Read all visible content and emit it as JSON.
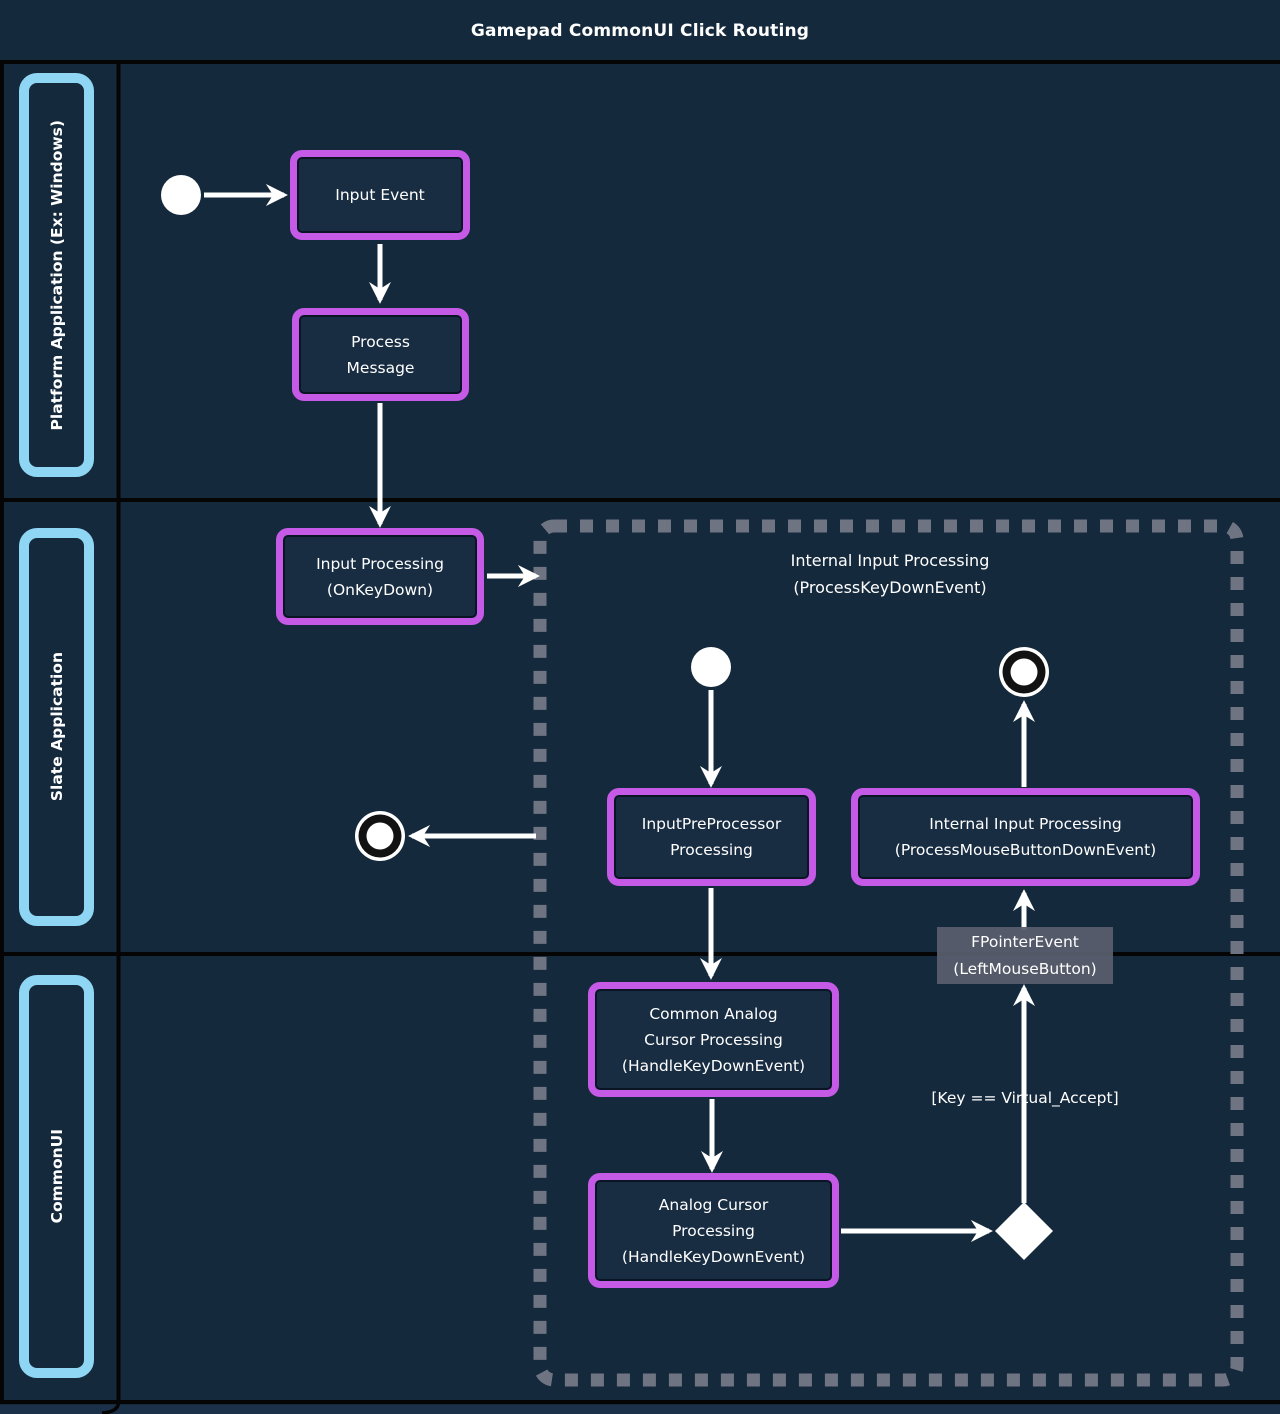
{
  "title": "Gamepad CommonUI Click Routing",
  "lanes": [
    {
      "label": "Platform Application (Ex: Windows)"
    },
    {
      "label": "Slate Application"
    },
    {
      "label": "CommonUI"
    }
  ],
  "nodes": {
    "input_event": {
      "label": "Input Event"
    },
    "process_message": {
      "label": "Process\nMessage"
    },
    "input_processing": {
      "label": "Input Processing\n(OnKeyDown)"
    },
    "input_preprocessor": {
      "label": "InputPreProcessor\nProcessing"
    },
    "internal_mouse_processing": {
      "label": "Internal Input Processing\n(ProcessMouseButtonDownEvent)"
    },
    "common_analog_cursor": {
      "label": "Common Analog\nCursor Processing\n(HandleKeyDownEvent)"
    },
    "analog_cursor": {
      "label": "Analog Cursor\nProcessing\n(HandleKeyDownEvent)"
    }
  },
  "container": {
    "title": "Internal Input Processing\n(ProcessKeyDownEvent)"
  },
  "edge_labels": {
    "fpointer_event": "FPointerEvent\n(LeftMouseButton)",
    "condition": "[Key == Virtual_Accept]"
  },
  "colors": {
    "background": "#15293C",
    "node_border": "#C45AE6",
    "node_fill": "#182C42",
    "lane_label_border": "#8FD6F5",
    "dashed_border": "#6E7482",
    "edge_label_bg": "#575D6C",
    "arrow": "#FFFFFF",
    "lane_line": "#050505"
  }
}
